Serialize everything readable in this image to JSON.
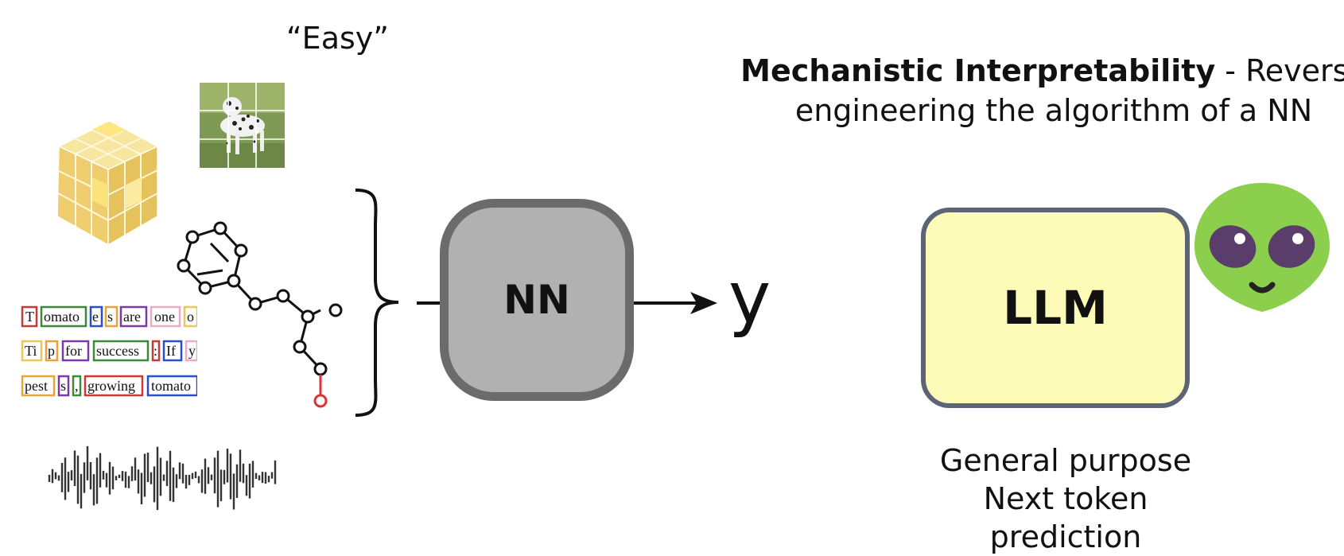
{
  "left": {
    "easy_label": "“Easy”",
    "text_rows": [
      [
        "T",
        "omato",
        "e",
        "s",
        "are",
        "one",
        "o"
      ],
      [
        "Ti",
        "p",
        "for",
        "success",
        ":",
        "If",
        "y"
      ],
      [
        "pest",
        "s",
        ",",
        "growing",
        "tomato"
      ]
    ]
  },
  "center": {
    "nn_label": "NN",
    "output_label": "y"
  },
  "right": {
    "title_bold": "Mechanistic Interpretability",
    "title_rest": " - Reverse",
    "title_line2": "engineering the algorithm of a NN",
    "llm_label": "LLM",
    "desc_line1": "General purpose",
    "desc_line2": "Next token prediction"
  },
  "colors": {
    "nn_fill": "#b1b1b1",
    "nn_border": "#6b6b6b",
    "llm_fill": "#fcfbb8",
    "llm_border": "#5d6475",
    "alien_skin": "#8ccf4d",
    "alien_eye": "#5b3d6b"
  },
  "icons": [
    "rubiks-cube-icon",
    "dalmatian-dog-image",
    "molecule-icon",
    "waveform-icon",
    "alien-icon"
  ]
}
